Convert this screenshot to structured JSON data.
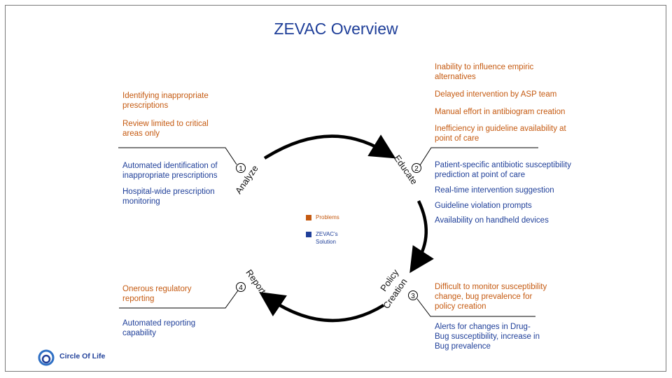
{
  "title": "ZEVAC Overview",
  "colors": {
    "problem": "#c55a11",
    "solution": "#1f3f99",
    "line": "#000000"
  },
  "stages": [
    {
      "number": "1",
      "label": "Analyze"
    },
    {
      "number": "2",
      "label": "Educate"
    },
    {
      "number": "3",
      "label_line1": "Policy",
      "label_line2": "Creation"
    },
    {
      "number": "4",
      "label": "Report"
    }
  ],
  "analyze": {
    "problems": [
      "Identifying inappropriate prescriptions",
      "Review limited to critical areas only"
    ],
    "solutions": [
      "Automated identification of inappropriate prescriptions",
      "Hospital-wide prescription monitoring"
    ]
  },
  "educate": {
    "problems": [
      "Inability to influence empiric alternatives",
      "Delayed intervention by ASP team",
      "Manual effort in antibiogram creation",
      "Inefficiency in guideline availability at point of care"
    ],
    "solutions": [
      "Patient-specific antibiotic susceptibility prediction at point of care",
      "Real-time intervention suggestion",
      "Guideline violation prompts",
      "Availability on handheld devices"
    ]
  },
  "policy": {
    "problems": [
      "Difficult to monitor susceptibility change, bug prevalence for policy creation"
    ],
    "solutions": [
      "Alerts for changes in Drug-Bug susceptibility, increase in Bug prevalence"
    ]
  },
  "report": {
    "problems": [
      "Onerous regulatory reporting"
    ],
    "solutions": [
      "Automated reporting capability"
    ]
  },
  "legend": {
    "problems": "Problems",
    "solutions_line1": "ZEVAC's",
    "solutions_line2": "Solution"
  },
  "logo": {
    "text": "Circle Of Life"
  }
}
